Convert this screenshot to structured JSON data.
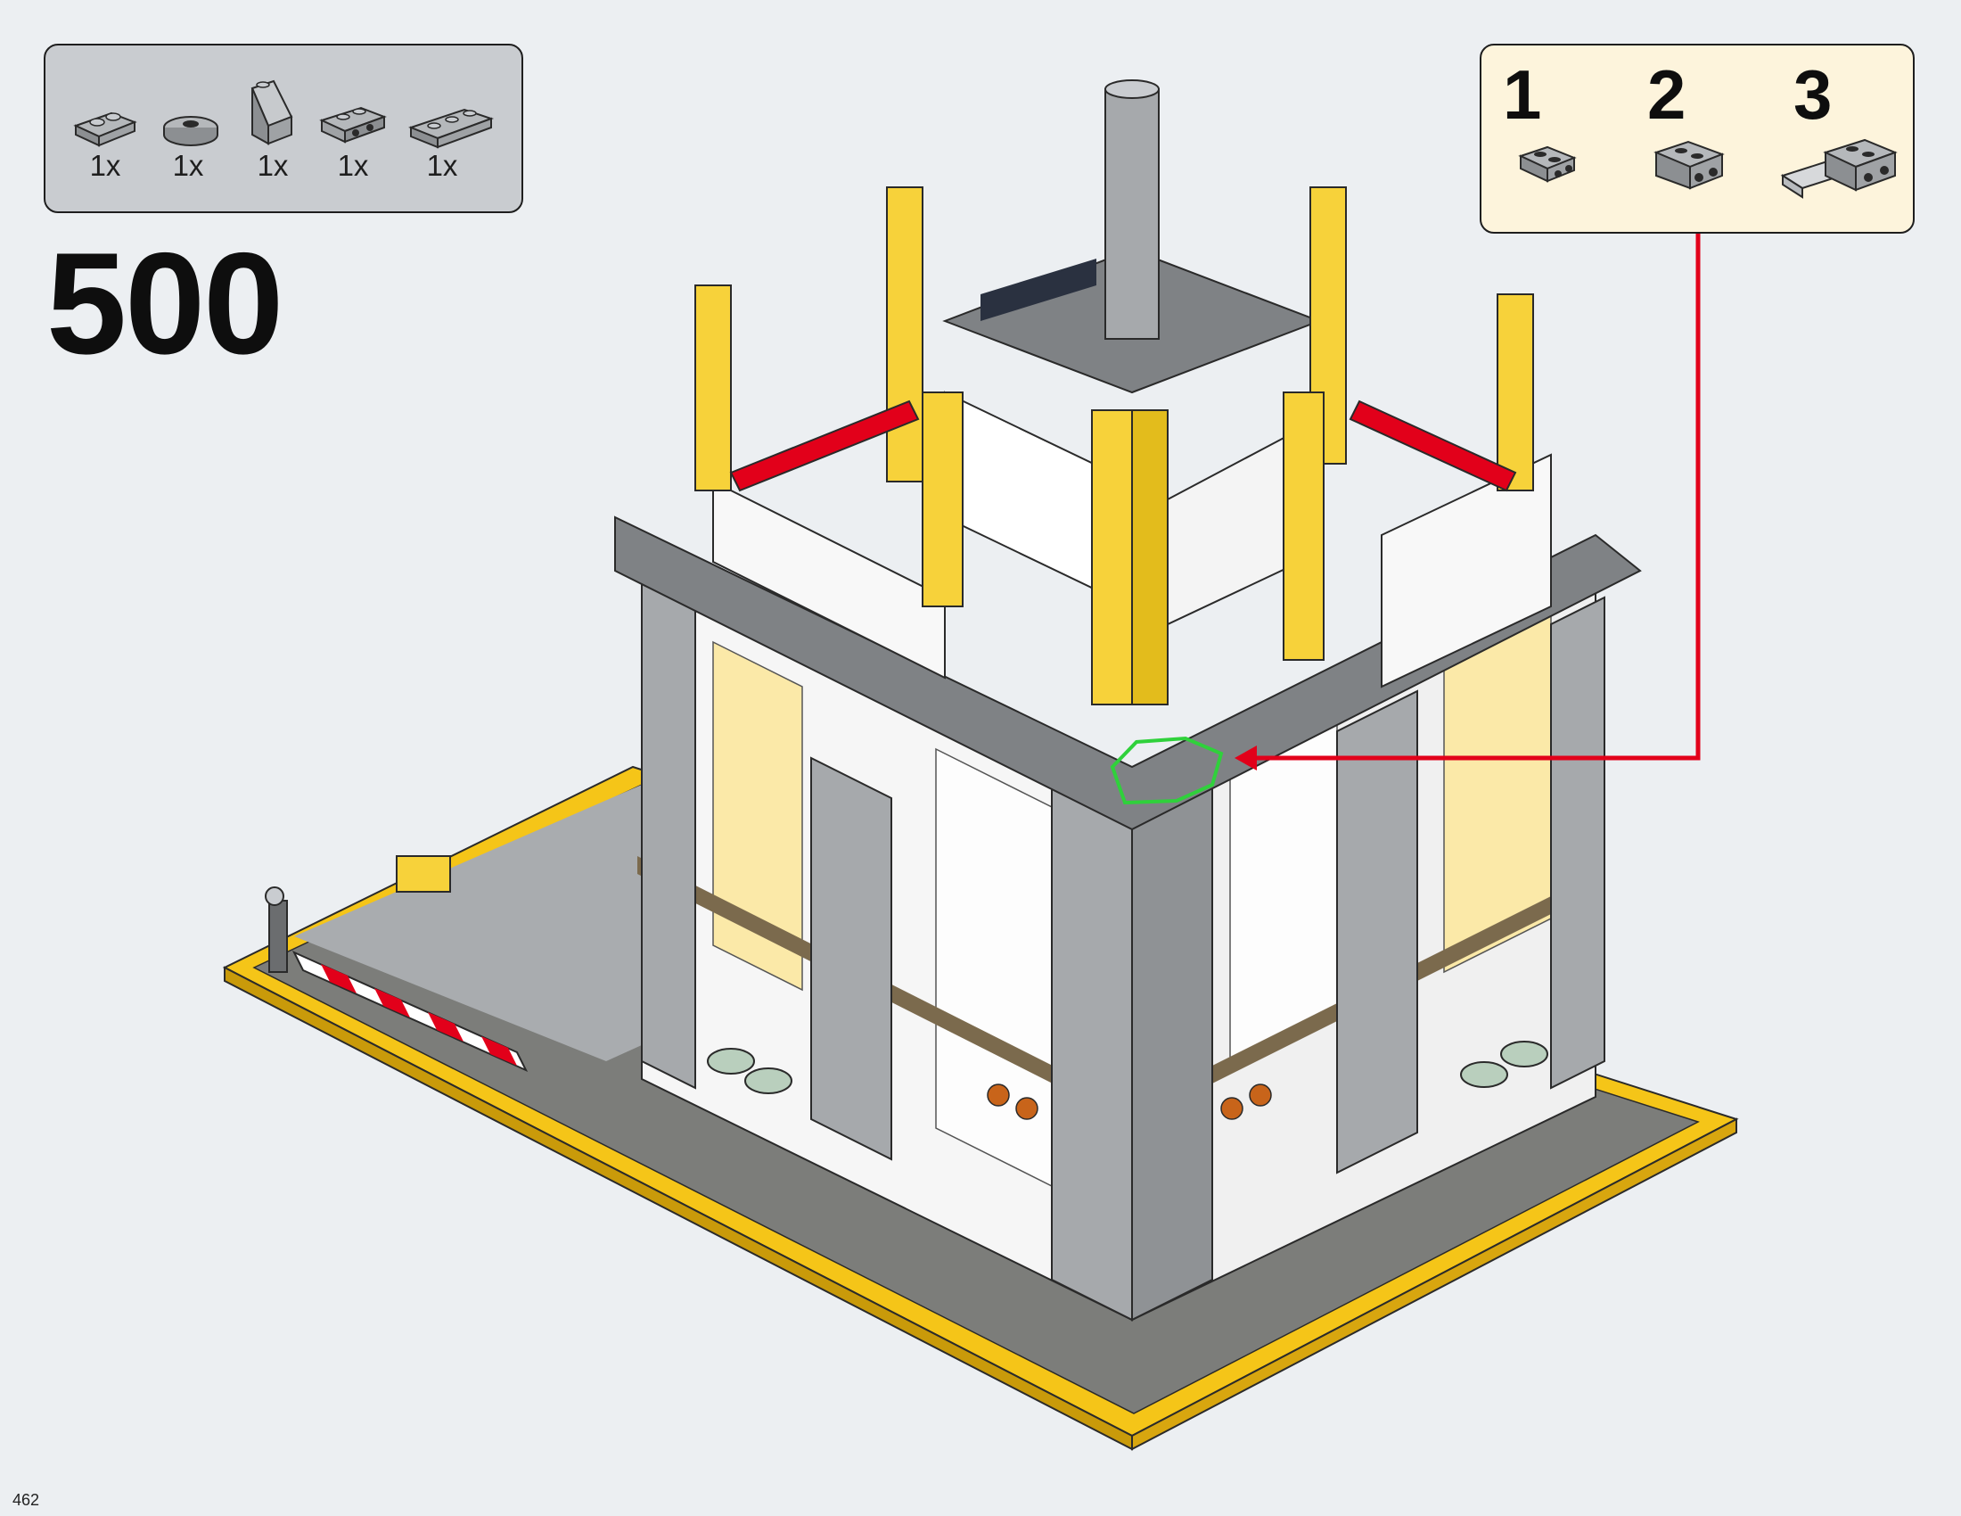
{
  "parts_list": {
    "items": [
      {
        "name": "plate-1x2-icon",
        "qty": "1x"
      },
      {
        "name": "jumper-plate-1x2-icon",
        "qty": "1x"
      },
      {
        "name": "slope-brick-icon",
        "qty": "1x"
      },
      {
        "name": "bracket-plate-icon",
        "qty": "1x"
      },
      {
        "name": "plate-1x3-icon",
        "qty": "1x"
      }
    ]
  },
  "step": {
    "number": "500"
  },
  "callout": {
    "steps": [
      {
        "number": "1",
        "icon": "bracket-plate-icon"
      },
      {
        "number": "2",
        "icon": "bracket-plate-stack-icon"
      },
      {
        "number": "3",
        "icon": "slope-bracket-assembly-icon"
      }
    ]
  },
  "page": {
    "number": "462"
  },
  "colors": {
    "background": "#eceff2",
    "parts_box": "#c9ccd0",
    "callout_box": "#fdf4dc",
    "arrow": "#e2001a",
    "highlight": "#2fd13b",
    "yellow": "#f7d23a",
    "light_gray": "#a6a9ac",
    "dark_gray": "#6b6d6f"
  }
}
